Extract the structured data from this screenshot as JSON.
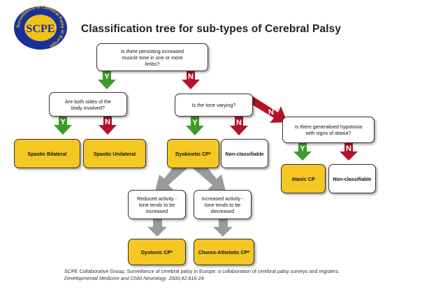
{
  "header": {
    "title": "Classification tree for sub-types of Cerebral Palsy",
    "logo_text": "Surveillance of Cerebral Palsy in Europe",
    "logo_mark": "SCPE"
  },
  "colors": {
    "yes_arrow": "#3e9a2c",
    "no_arrow": "#b4122a",
    "outcome_fill": "#f4c723",
    "grey_arrow": "#9b9b9b",
    "logo_blue": "#17309a",
    "logo_gold": "#f2c01b"
  },
  "labels": {
    "yes": "Y",
    "no": "N"
  },
  "nodes": {
    "q_tone": "Is there persisting increased muscle tone in one or more limbs?",
    "q_sides": "Are both sides of the body involved?",
    "q_varying": "Is the tone varying?",
    "q_hypotonia": "Is there generalised hypotonia with signs of ataxia?",
    "spastic_bilateral": "Spastic Bilateral",
    "spastic_unilateral": "Spastic Unilateral",
    "dyskinetic": "Dyskinetic CP*",
    "nonclass_1": "Non-classifiable",
    "ataxic": "Ataxic CP",
    "nonclass_2": "Non-classifiable",
    "reduced": "Reduced activity - tone tends to be increased",
    "increased": "Increased activity - tone tends to be decreased",
    "dystonic": "Dystonic CP*",
    "choreo": "Choreo-Athetotic CP*"
  },
  "reference": {
    "line1": "SCPE Collaborative Group. Surveillance of cerebral palsy in Europe: a collaboration of cerebral palsy surveys and registers.",
    "line2": "Developmental Medicine and Child Neurology. 2000;42:816-24."
  }
}
